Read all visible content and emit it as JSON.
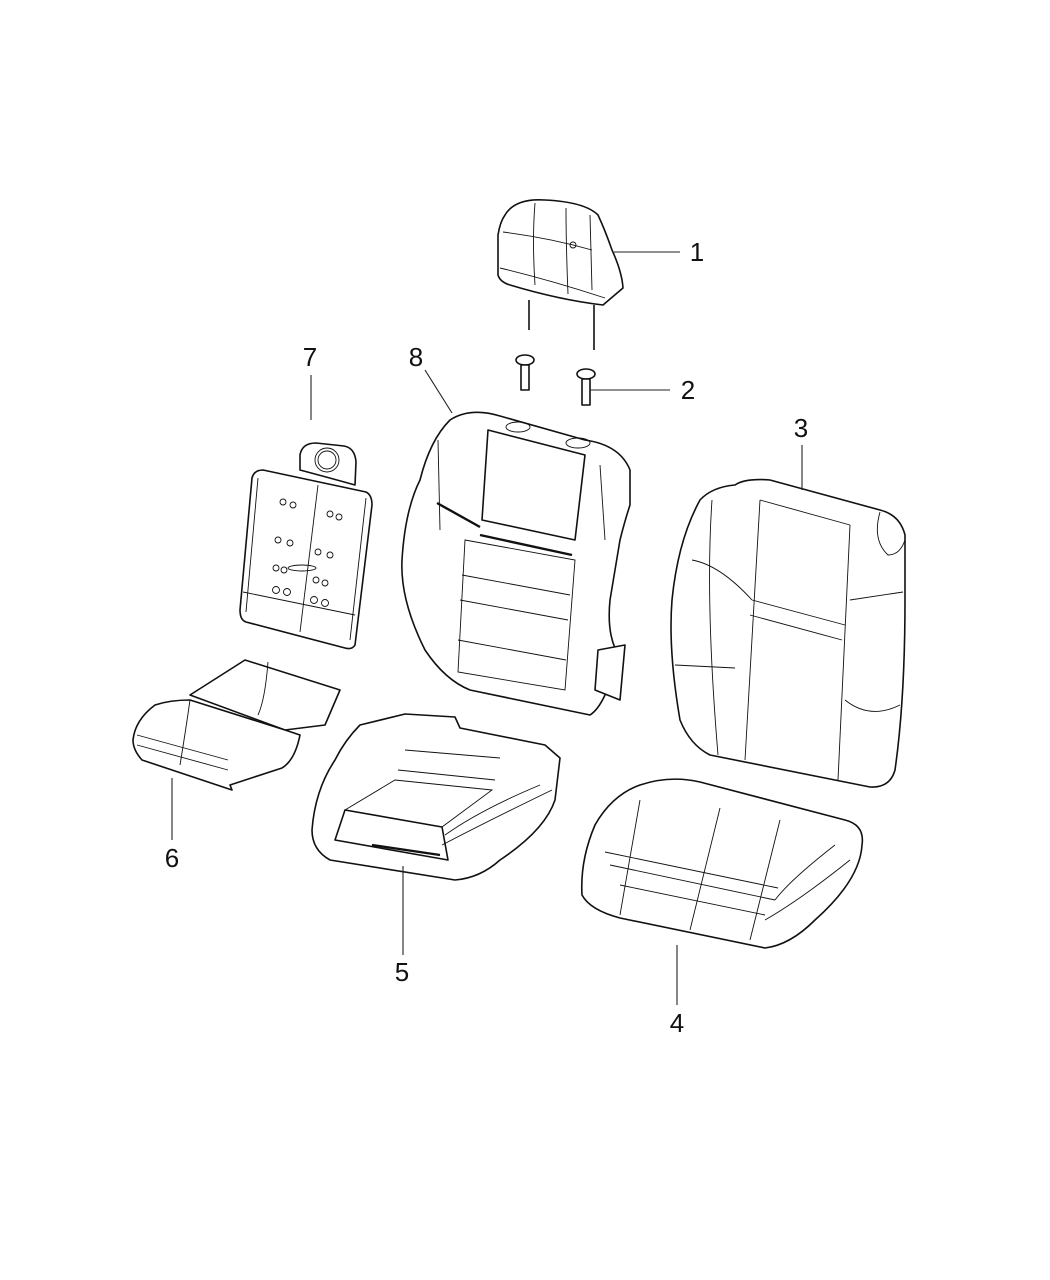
{
  "diagram": {
    "title": "Front seat assembly exploded view",
    "line_color": "#111111",
    "background": "#ffffff",
    "callouts": [
      {
        "number": "1",
        "part": "headrest"
      },
      {
        "number": "2",
        "part": "headrest-guide-sleeve"
      },
      {
        "number": "3",
        "part": "seat-back-cover"
      },
      {
        "number": "4",
        "part": "seat-cushion-cover"
      },
      {
        "number": "5",
        "part": "seat-cushion-frame-foam"
      },
      {
        "number": "6",
        "part": "seat-cushion-foam-pad"
      },
      {
        "number": "7",
        "part": "seat-back-panel"
      },
      {
        "number": "8",
        "part": "seat-back-frame-foam"
      }
    ]
  }
}
